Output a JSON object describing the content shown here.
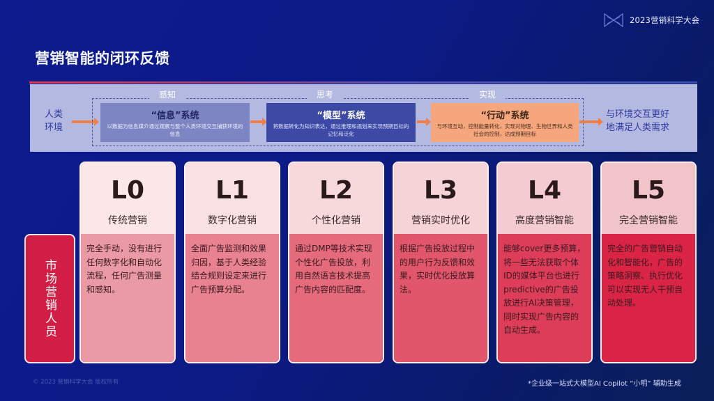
{
  "header": {
    "logo_icon": "bowtie-logo-icon",
    "logo_text": "2023营销科学大会",
    "title": "营销智能的闭环反馈"
  },
  "flow": {
    "start_label_line1": "人类",
    "start_label_line2": "环境",
    "end_label_line1": "与环境交互更好",
    "end_label_line2": "地满足人类需求",
    "stages": [
      {
        "label": "感知"
      },
      {
        "label": "思考"
      },
      {
        "label": "实现"
      }
    ],
    "systems": [
      {
        "title": "“信息”系统",
        "desc": "以数据为信息媒介通过观察与整个人类环境交互捕获环境的信息",
        "color": "#7d85c2"
      },
      {
        "title": "“模型”系统",
        "desc": "将数据转化为知识表达，通过推理和规划来实现预期目标的记忆和泛化",
        "color": "#3c4aa6"
      },
      {
        "title": "“行动”系统",
        "desc": "与环境互动，控制能量转化，实现对物理、生物世界和人类社会的控制，达成预期目标",
        "color": "#f5a67c"
      }
    ],
    "arrow_color": "#f07f4a"
  },
  "role": {
    "label": "市场营销人员",
    "color": "#d21d44"
  },
  "levels": [
    {
      "code": "L0",
      "name": "传统营销",
      "desc": "完全手动，没有进行任何数字化和自动化流程，任何广告测量和感知。",
      "head_color": "#fbe6e8",
      "body_color": "#ea9aa4"
    },
    {
      "code": "L1",
      "name": "数字化营销",
      "desc": "全面广告监测和效果归因，基于人类经验结合规则设定来进行广告预算分配。",
      "head_color": "#f9e0e3",
      "body_color": "#e98290"
    },
    {
      "code": "L2",
      "name": "个性化营销",
      "desc": "通过DMP等技术实现个性化广告投放，利用自然语言技术提高广告内容的匹配度。",
      "head_color": "#f7d9dc",
      "body_color": "#e46a7c"
    },
    {
      "code": "L3",
      "name": "营销实时优化",
      "desc": "根据广告投放过程中的用户行为反馈和效果，实时优化投放算法。",
      "head_color": "#f5d3d7",
      "body_color": "#e2566c"
    },
    {
      "code": "L4",
      "name": "高度营销智能",
      "desc": "能够cover更多预算，将一些无法获取个体ID的媒体平台也进行predictive的广告投放进行AI决策管理，同时实现广告内容的自动生成。",
      "head_color": "#f3cbd0",
      "body_color": "#de3d5a"
    },
    {
      "code": "L5",
      "name": "完全营销智能",
      "desc": "完全的广告营销自动化和智能化，广告的策略洞察、执行优化可以实现无人干预自动处理。",
      "head_color": "#f1c4c9",
      "body_color": "#da2446"
    }
  ],
  "footer": {
    "copyright": "© 2023 营销科学大会 版权所有",
    "note": "*企业级一站式大模型AI Copilot “小明” 辅助生成"
  }
}
